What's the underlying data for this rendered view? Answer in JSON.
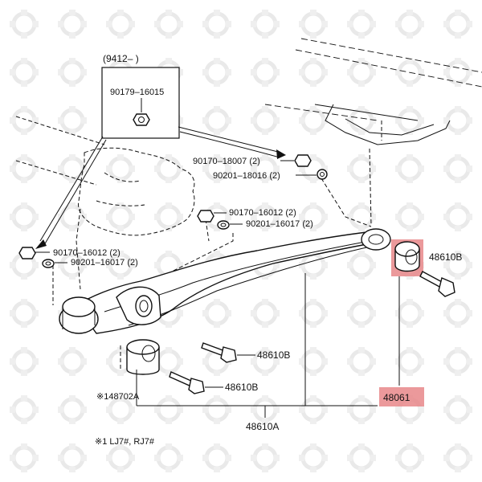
{
  "labels": {
    "group_code": "(9412–          )",
    "inset_part": "90179–16015",
    "nut_upper": "90170–18007 (2)",
    "washer_upper": "90201–18016 (2)",
    "nut_mid": "90170–16012 (2)",
    "washer_mid": "90201–16017 (2)",
    "nut_left": "90170–16012 (2)",
    "washer_left": "90201–16017 (2)",
    "bolt_right": "48610B",
    "bolt_center": "48610B",
    "bolt_lower": "48610B",
    "bushing_left": "※148702A",
    "bushing_right": "48061",
    "arm_assembly": "48610A",
    "footnote": "※1 LJ7#, RJ7#"
  },
  "highlight_color": "#e8878a"
}
